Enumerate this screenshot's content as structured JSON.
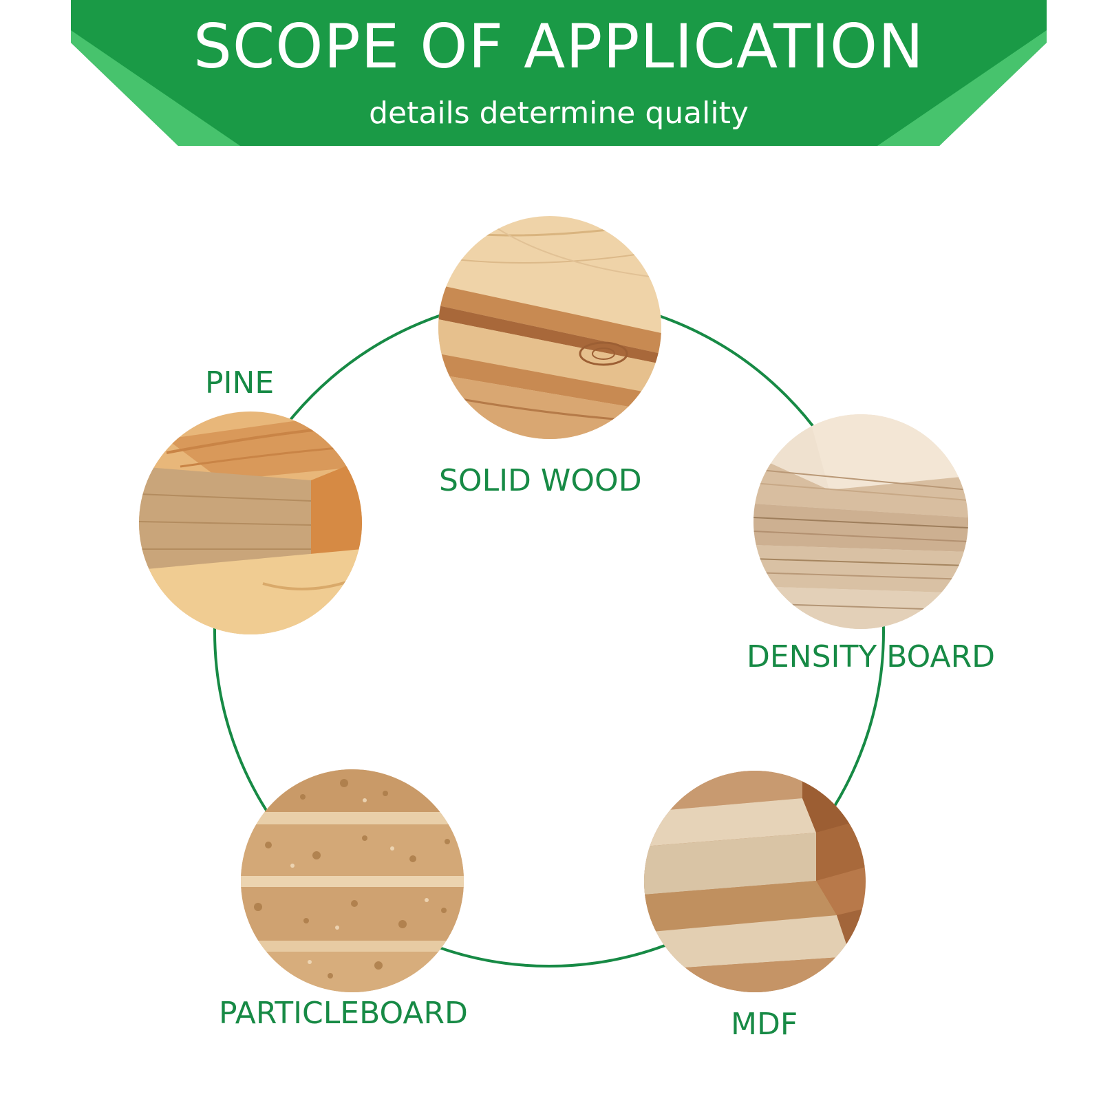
{
  "banner": {
    "title": "SCOPE OF APPLICATION",
    "subtitle": "details determine quality"
  },
  "materials": [
    {
      "id": "solid-wood",
      "label": "SOLID WOOD",
      "swatch": "solid-wood-texture"
    },
    {
      "id": "density-board",
      "label": "DENSITY BOARD",
      "swatch": "plywood-texture"
    },
    {
      "id": "mdf",
      "label": "MDF",
      "swatch": "mdf-texture"
    },
    {
      "id": "particleboard",
      "label": "PARTICLEBOARD",
      "swatch": "particleboard-texture"
    },
    {
      "id": "pine",
      "label": "PINE",
      "swatch": "pine-texture"
    }
  ],
  "colors": {
    "banner_green": "#1a9a46",
    "banner_light": "#3cbd64",
    "ring_green": "#178a45",
    "label_green": "#178a45"
  }
}
